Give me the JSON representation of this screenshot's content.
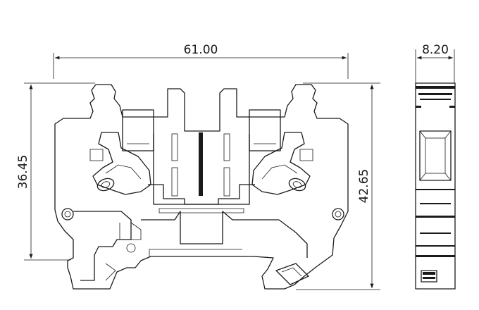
{
  "dimensions": {
    "width": "61.00",
    "side_width": "8.20",
    "left_height": "36.45",
    "right_height": "42.65"
  }
}
